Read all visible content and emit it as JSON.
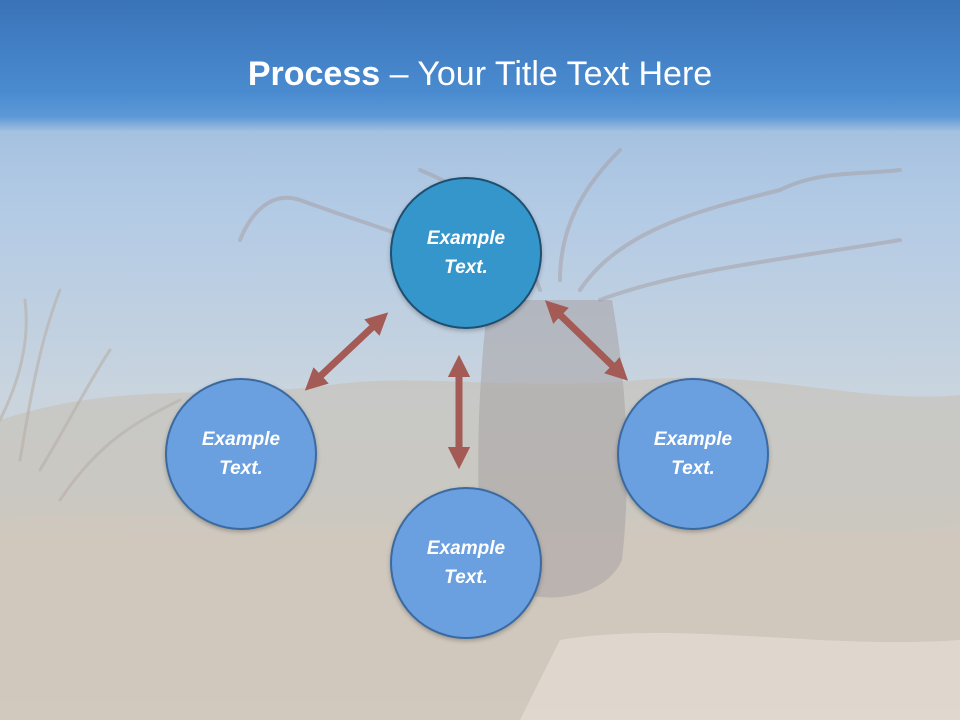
{
  "title": {
    "bold": "Process",
    "rest": " – Your Title Text Here"
  },
  "nodes": {
    "top": "Example\nText.",
    "left": "Example\nText.",
    "right": "Example\nText.",
    "bottom": "Example\nText."
  },
  "colors": {
    "header": "#3a73b8",
    "center_node": "#3596cc",
    "outer_node": "#6a9fe0",
    "arrow": "#a45a55"
  }
}
